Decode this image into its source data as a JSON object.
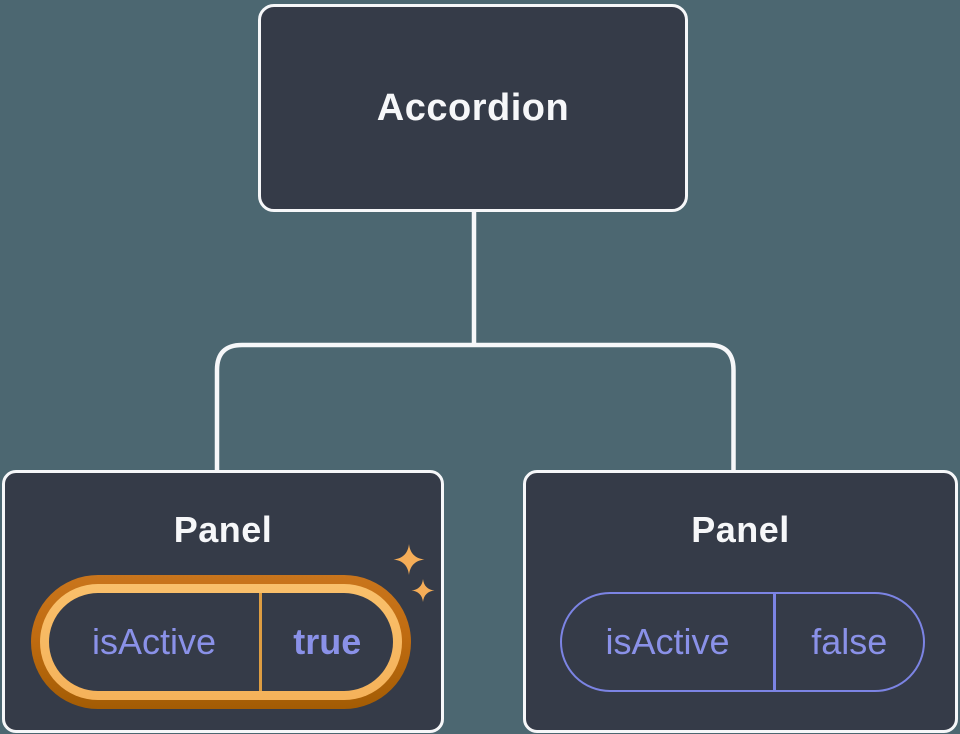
{
  "diagram": {
    "title": "component tree with state",
    "root": {
      "label": "Accordion"
    },
    "panels": [
      {
        "label": "Panel",
        "prop": "isActive",
        "value": "true",
        "active": true
      },
      {
        "label": "Panel",
        "prop": "isActive",
        "value": "false",
        "active": false
      }
    ]
  },
  "icons": [
    {
      "name": "sparkle-icon-large",
      "glyph": "four-point-star"
    },
    {
      "name": "sparkle-icon-small",
      "glyph": "four-point-star"
    }
  ],
  "colors": {
    "background": "#4c6771",
    "node_fill": "#353b48",
    "node_border": "#f6f7f9",
    "connector": "#f6f7f9",
    "text_light": "#f6f7f9",
    "state_purple": "#8a91e8",
    "pill_border_purple": "#7c84e4",
    "highlight_gold": "#f7b761",
    "highlight_orange_dark": "#a35c04",
    "highlight_divider": "#dd9d42",
    "sparkle_gold": "#f5ad58"
  }
}
